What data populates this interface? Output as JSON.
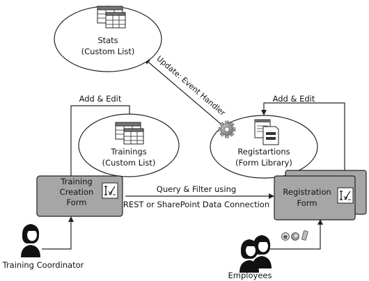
{
  "nodes": {
    "stats": {
      "title": "Stats",
      "subtitle": "(Custom List)"
    },
    "trainings": {
      "title": "Trainings",
      "subtitle": "(Custom List)"
    },
    "registrations": {
      "title": "Registartions",
      "subtitle": "(Form Library)"
    },
    "training_form": {
      "line1": "Training",
      "line2": "Creation",
      "line3": "Form"
    },
    "registration_form": {
      "line1": "Registration",
      "line2": "Form"
    }
  },
  "edges": {
    "add_edit_left": "Add & Edit",
    "add_edit_right": "Add & Edit",
    "update": "Update: Event Handler",
    "query_line1": "Query & Filter using",
    "query_line2": "REST or SharePoint Data Connection"
  },
  "actors": {
    "coordinator": "Training Coordinator",
    "employees": "Employees"
  },
  "colors": {
    "form_fill": "#a6a6a6",
    "line": "#222222",
    "gear": "#8c8c8c"
  }
}
